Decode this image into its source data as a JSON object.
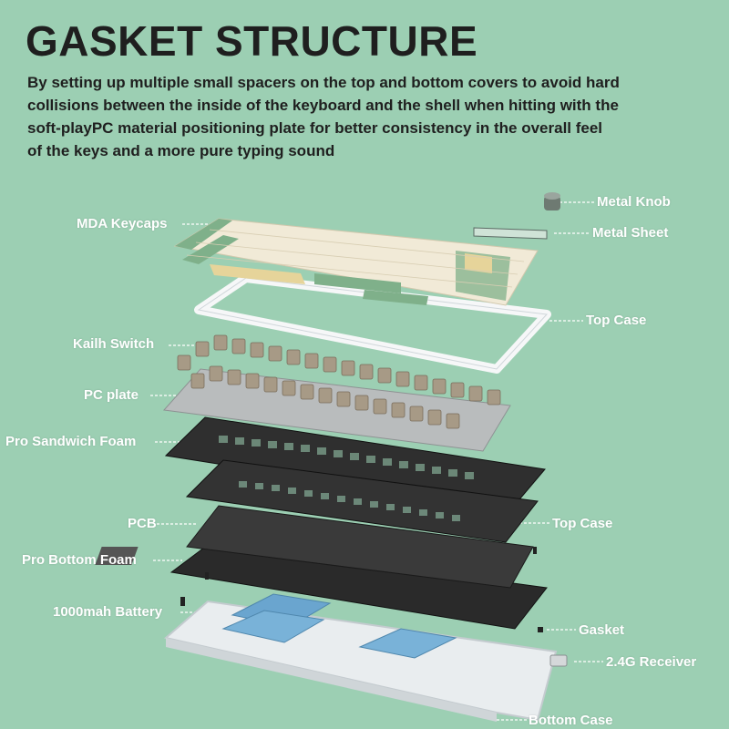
{
  "title": "GASKET STRUCTURE",
  "description": "By setting up multiple small spacers on the top and bottom covers to avoid hard collisions between the inside of the keyboard and the shell when hitting with the soft-playPC material positioning plate for better consistency in the overall feel of the keys and a more pure typing sound",
  "labels": {
    "mda_keycaps": "MDA Keycaps",
    "kailh_switch": "Kailh Switch",
    "pc_plate": "PC plate",
    "pro_sandwich_foam": "Pro Sandwich Foam",
    "pcb": "PCB",
    "pro_bottom_foam": "Pro Bottom Foam",
    "battery": "1000mah Battery",
    "metal_knob": "Metal Knob",
    "metal_sheet": "Metal Sheet",
    "top_case_1": "Top Case",
    "top_case_2": "Top Case",
    "gasket": "Gasket",
    "receiver": "2.4G Receiver",
    "bottom_case": "Bottom Case"
  },
  "colors": {
    "background": "#9ccfb3",
    "keycap_cream": "#f1ead7",
    "keycap_green": "#7fb08a",
    "keycap_yellow": "#e6d49a",
    "foam": "#2e2e2e",
    "battery": "#6aa5cf"
  }
}
